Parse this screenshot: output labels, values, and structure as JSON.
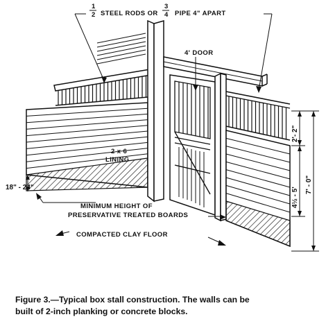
{
  "labels": {
    "rods_frac1": "1",
    "rods_frac1_den": "2",
    "rods_text1": "STEEL RODS OR",
    "rods_frac2": "3",
    "rods_frac2_den": "4",
    "rods_text2": "PIPE 4\" APART",
    "door": "4' DOOR",
    "lining": "2 x 6",
    "lining2": "LINING",
    "min_height_1": "MINIMUM HEIGHT OF",
    "min_height_2": "PRESERVATIVE TREATED BOARDS",
    "floor": "COMPACTED CLAY FLOOR"
  },
  "dimensions": {
    "left_height": "18\" - 24\"",
    "upper_right": "2'- 2\"",
    "lower_right": "4½ - 5'",
    "total": "7' - 0\""
  },
  "caption": {
    "line1": "Figure 3.—Typical box stall construction. The walls can be",
    "line2": "built of 2-inch planking or concrete blocks."
  }
}
